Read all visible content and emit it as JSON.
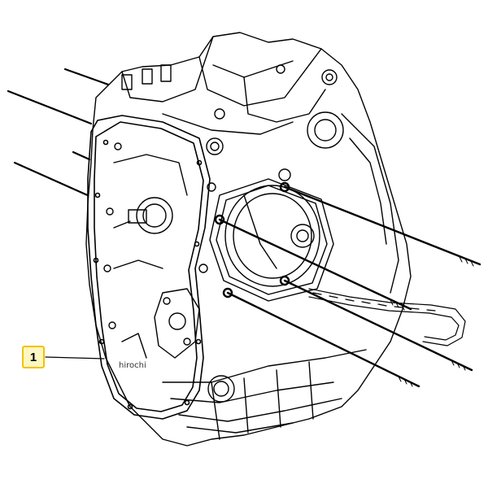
{
  "diagram": {
    "callouts": [
      {
        "label": "1",
        "part": "crankcase-gasket"
      }
    ],
    "watermark": "hirochi",
    "colors": {
      "line": "#000000",
      "background": "#ffffff",
      "callout_border": "#f2c200",
      "callout_fill": "#fff7c2"
    }
  }
}
